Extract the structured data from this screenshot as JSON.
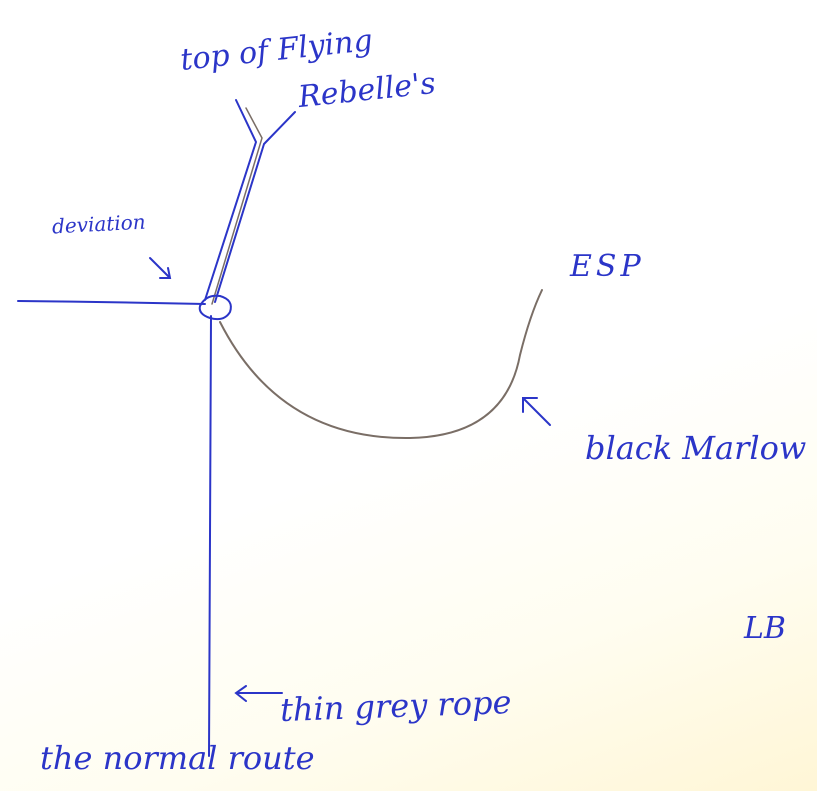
{
  "labels": {
    "top_line1": "top of Flying",
    "top_line2": "Rebelle's",
    "deviation": "deviation",
    "esp": "ESP",
    "black_marlow": "black Marlow",
    "initials": "LB",
    "rope": "thin grey rope",
    "normal_route": "the normal route"
  },
  "colors": {
    "ink": "#2b35c8",
    "rope": "#7a6e66",
    "paper_tint": "#fff6d6"
  }
}
